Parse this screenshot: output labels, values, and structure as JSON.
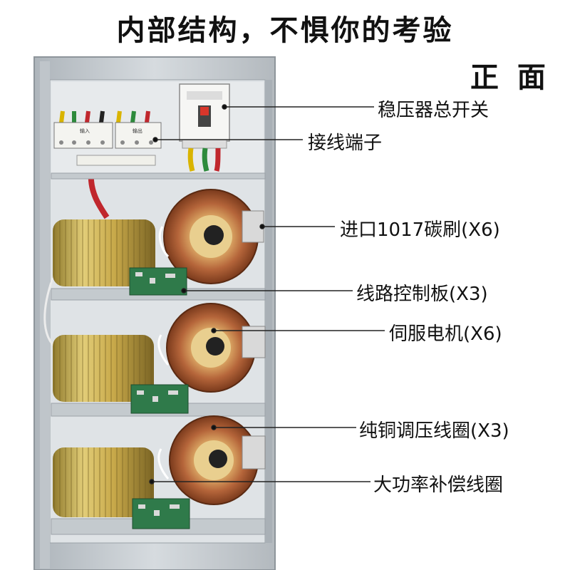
{
  "title": "内部结构，不惧你的考验",
  "view_label": "正 面",
  "callouts": [
    {
      "id": "main-switch",
      "text": "稳压器总开关"
    },
    {
      "id": "terminal",
      "text": "接线端子"
    },
    {
      "id": "carbon-brush",
      "text": "进口1017碳刷(X6)"
    },
    {
      "id": "control-board",
      "text": "线路控制板(X3)"
    },
    {
      "id": "servo-motor",
      "text": "伺服电机(X6)"
    },
    {
      "id": "copper-coil",
      "text": "纯铜调压线圈(X3)"
    },
    {
      "id": "compensation-coil",
      "text": "大功率补偿线圈"
    }
  ],
  "terminal_labels": {
    "input": "输入",
    "output": "输出"
  },
  "colors": {
    "cabinet": "#c9cfd4",
    "coil_gold": "#c8a94a",
    "copper": "#b5653a",
    "board": "#2f7a4a"
  }
}
